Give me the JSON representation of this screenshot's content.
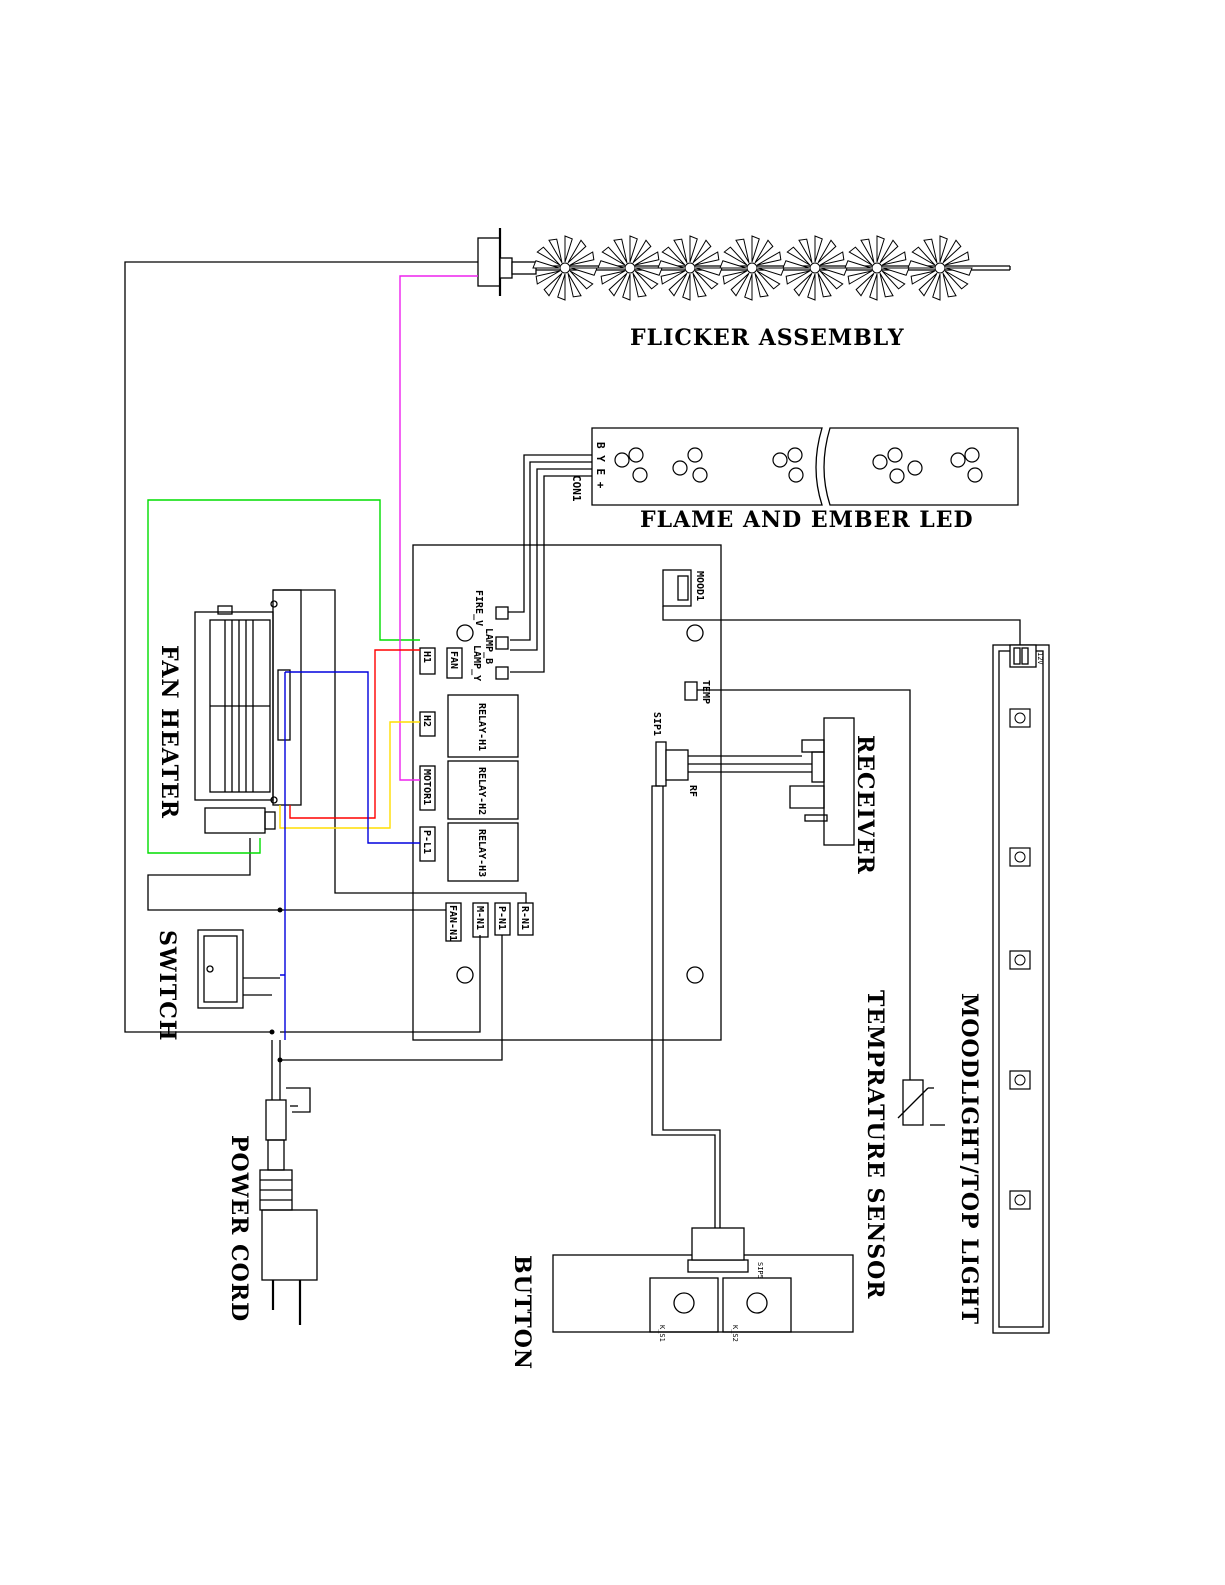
{
  "labels": {
    "flicker": "FLICKER ASSEMBLY",
    "flame_led": "FLAME AND EMBER LED",
    "fan_heater": "FAN HEATER",
    "switch": "SWITCH",
    "power_cord": "POWER CORD",
    "button": "BUTTON",
    "receiver": "RECEIVER",
    "temp_sensor": "TEMPRATURE SENSOR",
    "moodlight": "MOODLIGHT/TOP LIGHT"
  },
  "pcb": {
    "fire_v": "FIRE_V",
    "lamp_b": "LAMP_B",
    "lamp_y": "LAMP_Y",
    "h1": "H1",
    "fan": "FAN",
    "h2": "H2",
    "motor1": "MOTOR1",
    "p_l1": "P-L1",
    "relay_h1": "RELAY-H1",
    "relay_h2": "RELAY-H2",
    "relay_h3": "RELAY-H3",
    "fan_n1": "FAN-N1",
    "m_n1": "M-N1",
    "p_n1": "P-N1",
    "r_n1": "R-N1",
    "mood1": "MOOD1",
    "temp": "TEMP",
    "sip1": "SIP1",
    "rf": "RF"
  },
  "led_board": {
    "con1": "CON1",
    "pins": "B Y E +"
  },
  "button_board": {
    "sip5": "SIP5",
    "k1": "K_S1",
    "k2": "K_S2"
  },
  "mood_board": {
    "v12": "12V"
  },
  "colors": {
    "green": "#00dd00",
    "magenta": "#ee22ee",
    "red": "#ff0000",
    "yellow": "#ffdd00",
    "blue": "#0000dd",
    "black": "#000000"
  }
}
